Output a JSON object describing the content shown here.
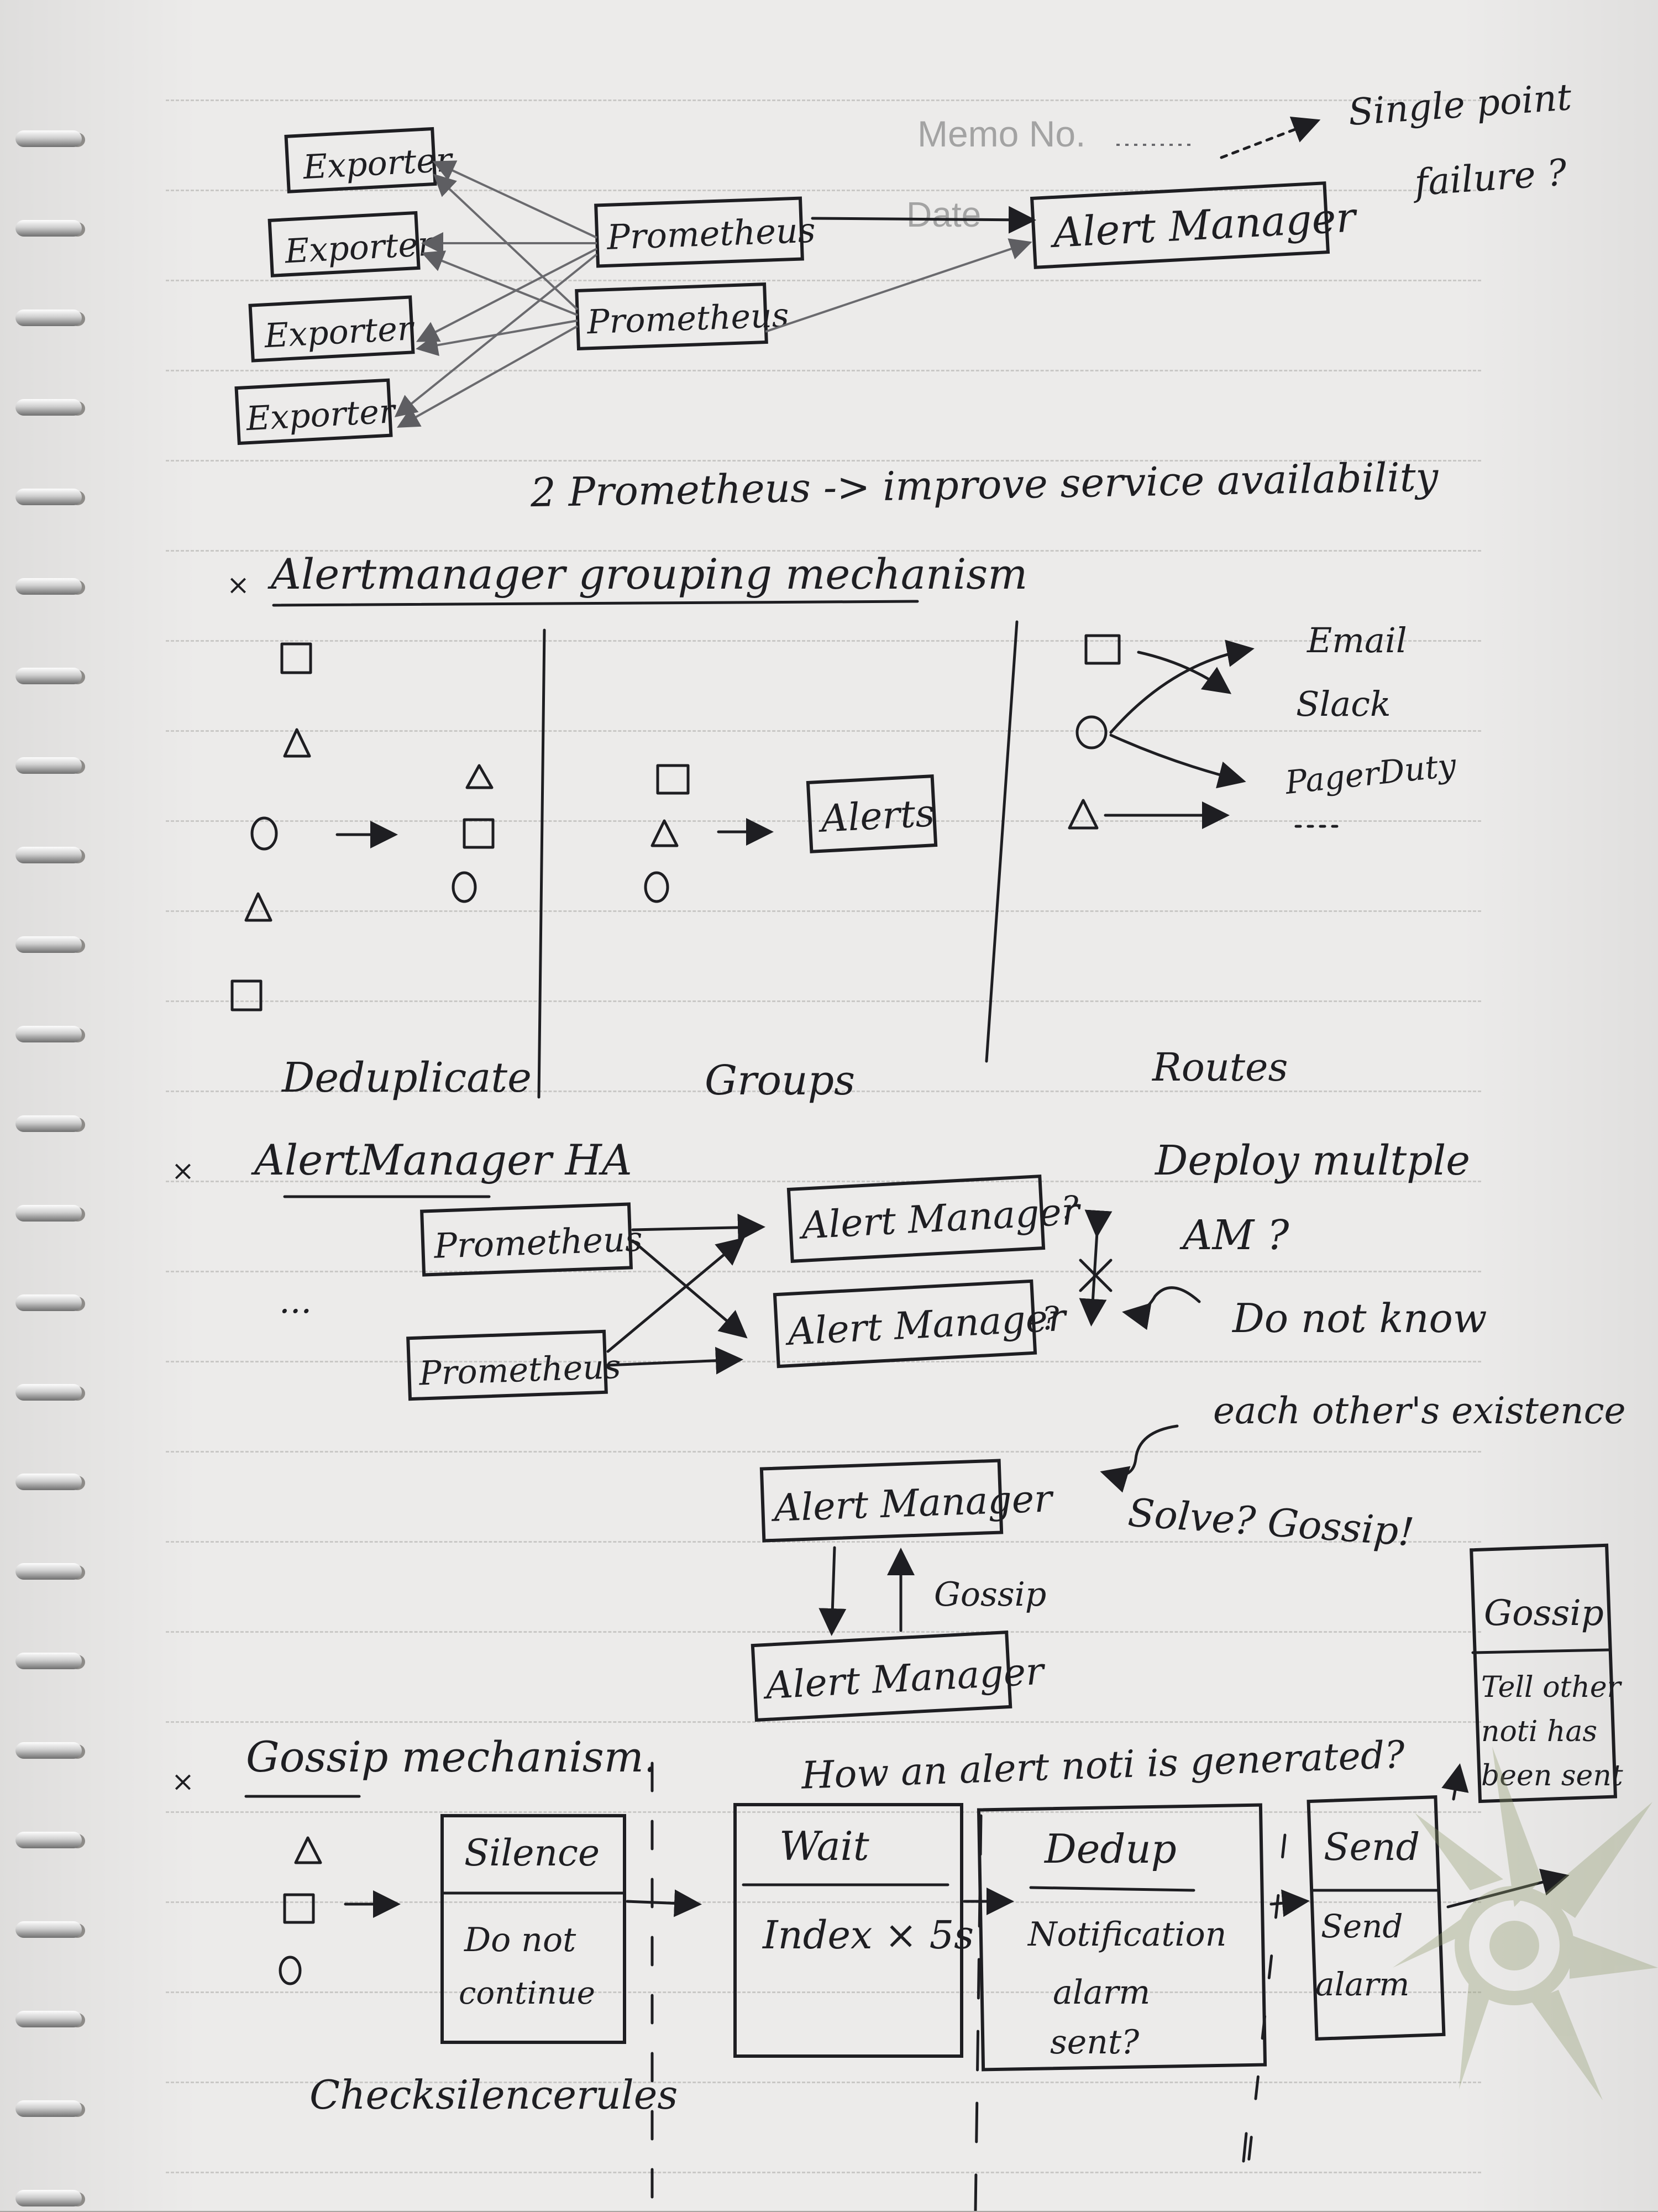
{
  "printed": {
    "memo": "Memo No.",
    "date": "Date"
  },
  "architecture": {
    "exporters": [
      "Exporter",
      "Exporter",
      "Exporter",
      "Exporter"
    ],
    "prometheus": [
      "Prometheus",
      "Prometheus"
    ],
    "alertmanager": "Alert Manager",
    "note": [
      "Single point",
      "failure ?"
    ],
    "caption": "2 Prometheus -> improve service availability"
  },
  "grouping": {
    "heading": "Alertmanager grouping mechanism",
    "alerts_box": "Alerts",
    "receivers": [
      "Email",
      "Slack",
      "PagerDuty"
    ],
    "stage_labels": [
      "Deduplicate",
      "Groups",
      "Routes"
    ]
  },
  "ha": {
    "heading": "AlertManager HA",
    "prometheus": [
      "Prometheus",
      "Prometheus"
    ],
    "alertmanager": [
      "Alert Manager",
      "Alert Manager"
    ],
    "question": [
      "Deploy multple",
      "AM ?"
    ],
    "problem": [
      "Do not know",
      "each other's existence"
    ],
    "solve": "Solve? Gossip!",
    "ellipsis": "...",
    "gossip_top": "Alert Manager",
    "gossip_bottom": "Alert Manager",
    "gossip_label": "Gossip"
  },
  "gossip": {
    "heading": "Gossip mechanism.",
    "flow_title": "How an alert noti is generated?",
    "silence": {
      "title": "Silence",
      "body": [
        "Do not",
        "continue"
      ]
    },
    "check": "Checksilencerules",
    "wait": {
      "title": "Wait",
      "body": "Index × 5s"
    },
    "dedup": {
      "title": "Dedup",
      "body": [
        "Notification",
        "alarm",
        "sent?"
      ]
    },
    "send": {
      "title": "Send",
      "body": [
        "Send",
        "alarm"
      ]
    },
    "side": {
      "title": "Gossip",
      "body": [
        "Tell other",
        "noti has",
        "been sent"
      ]
    }
  }
}
